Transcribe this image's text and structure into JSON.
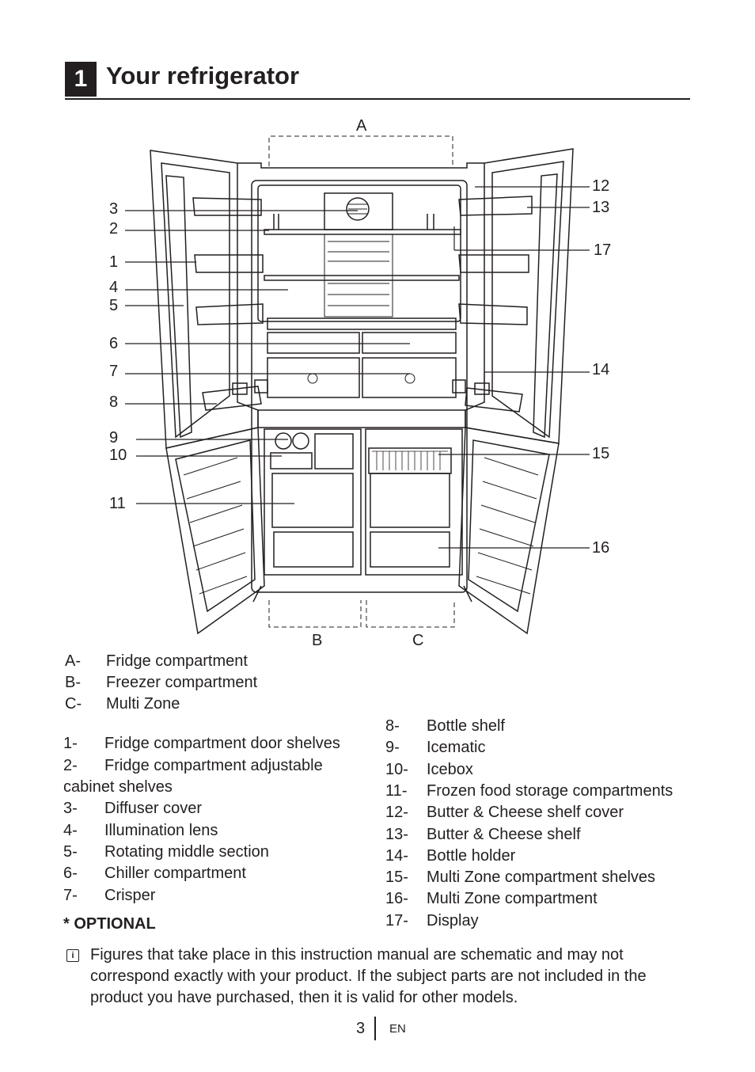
{
  "section": {
    "number": "1",
    "title": "Your refrigerator"
  },
  "callouts": {
    "A": "A",
    "B": "B",
    "C": "C",
    "n1": "1",
    "n2": "2",
    "n3": "3",
    "n4": "4",
    "n5": "5",
    "n6": "6",
    "n7": "7",
    "n8": "8",
    "n9": "9",
    "n10": "10",
    "n11": "11",
    "n12": "12",
    "n13": "13",
    "n14": "14",
    "n15": "15",
    "n16": "16",
    "n17": "17"
  },
  "compartments": [
    {
      "key": "A-",
      "text": "Fridge compartment"
    },
    {
      "key": "B-",
      "text": "Freezer compartment"
    },
    {
      "key": "C-",
      "text": "Multi Zone"
    }
  ],
  "parts_left": [
    {
      "key": "1-",
      "text": "Fridge compartment door shelves"
    },
    {
      "key": "2-",
      "text": "Fridge compartment adjustable"
    },
    {
      "key": "",
      "text": "cabinet shelves"
    },
    {
      "key": "3-",
      "text": "Diffuser cover"
    },
    {
      "key": "4-",
      "text": "Illumination lens"
    },
    {
      "key": "5-",
      "text": "Rotating middle section"
    },
    {
      "key": "6-",
      "text": "Chiller compartment"
    },
    {
      "key": "7-",
      "text": "Crisper"
    }
  ],
  "parts_right": [
    {
      "key": "8-",
      "text": "Bottle shelf"
    },
    {
      "key": "9-",
      "text": "Icematic"
    },
    {
      "key": "10-",
      "text": "Icebox"
    },
    {
      "key": "11-",
      "text": "Frozen food storage compartments"
    },
    {
      "key": "12-",
      "text": "Butter & Cheese shelf cover"
    },
    {
      "key": "13-",
      "text": "Butter & Cheese shelf"
    },
    {
      "key": "14-",
      "text": "Bottle holder"
    },
    {
      "key": "15-",
      "text": "Multi Zone compartment shelves"
    },
    {
      "key": "16-",
      "text": "Multi Zone compartment"
    },
    {
      "key": "17-",
      "text": "Display"
    }
  ],
  "optional": "* OPTIONAL",
  "info_icon": "info-icon",
  "note": "Figures that take place in this instruction manual are schematic and may not correspond exactly with your product. If the subject parts are not included in the product you have purchased, then it is valid for other models.",
  "footer": {
    "page": "3",
    "lang": "EN"
  }
}
